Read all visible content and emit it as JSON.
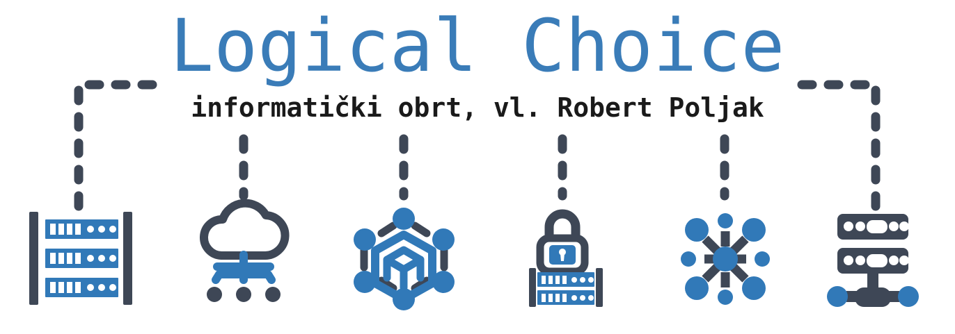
{
  "brand": {
    "title": "Logical Choice",
    "subtitle": "informatički obrt, vl. Robert Poljak"
  },
  "colors": {
    "blue": "#3179b8",
    "title_blue": "#3a7cb8",
    "dark": "#3e4756",
    "background": "#ffffff",
    "text_dark": "#1a1a1a"
  },
  "connectors": [
    {
      "name": "connector-elbow-left",
      "style": "dashed-elbow",
      "corner": "top-left"
    },
    {
      "name": "connector-vertical-2",
      "style": "dashed-vertical"
    },
    {
      "name": "connector-vertical-3",
      "style": "dashed-vertical"
    },
    {
      "name": "connector-vertical-4",
      "style": "dashed-vertical"
    },
    {
      "name": "connector-vertical-5",
      "style": "dashed-vertical"
    },
    {
      "name": "connector-elbow-right",
      "style": "dashed-elbow",
      "corner": "top-right"
    }
  ],
  "icons": [
    {
      "id": "server-rack-icon",
      "label": "server rack",
      "units": 4,
      "dots": 3,
      "rows": 3
    },
    {
      "id": "cloud-network-icon",
      "label": "cloud network",
      "nodes": 3
    },
    {
      "id": "blockchain-node-icon",
      "label": "blockchain node",
      "nodes": 6
    },
    {
      "id": "secure-server-icon",
      "label": "secure server",
      "rows": 2
    },
    {
      "id": "hub-network-icon",
      "label": "hub network",
      "spokes": 8
    },
    {
      "id": "router-stack-icon",
      "label": "router stack",
      "rows": 2,
      "endpoints": 2
    }
  ]
}
